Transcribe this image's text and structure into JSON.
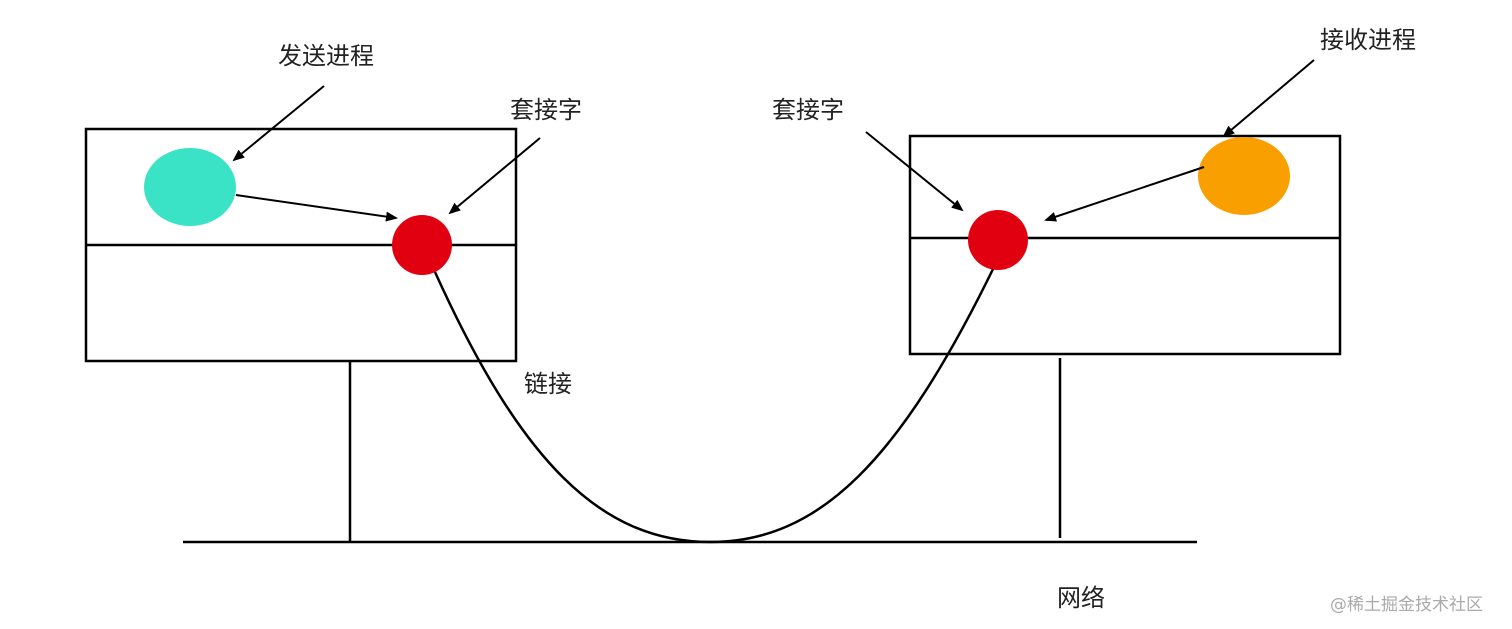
{
  "labels": {
    "send_process": "发送进程",
    "recv_process": "接收进程",
    "socket_left": "套接字",
    "socket_right": "套接字",
    "link": "链接",
    "network": "网络"
  },
  "watermark": "@稀土掘金技术社区",
  "colors": {
    "send_process": "#3be3c6",
    "recv_process": "#f9a000",
    "socket": "#e00010",
    "stroke": "#000000"
  }
}
